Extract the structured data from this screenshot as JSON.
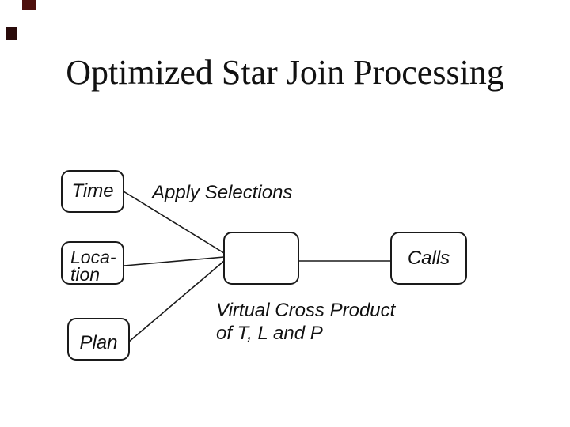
{
  "slide": {
    "title": "Optimized Star Join Processing"
  },
  "nodes": {
    "time": {
      "label": "Time"
    },
    "location": {
      "line1": "Loca-",
      "line2": "tion"
    },
    "plan": {
      "label": "Plan"
    },
    "join": {
      "label": ""
    },
    "calls": {
      "label": "Calls"
    }
  },
  "annotations": {
    "apply_selections": "Apply Selections",
    "virtual_cross_product_line1": "Virtual Cross Product",
    "virtual_cross_product_line2": "of T, L and P"
  },
  "colors": {
    "background": "#ffffff",
    "line_stroke": "#1a1a1a",
    "text": "#111111",
    "corner_artifact_top": "#4e100d",
    "corner_artifact_left": "#2a0b0a"
  }
}
